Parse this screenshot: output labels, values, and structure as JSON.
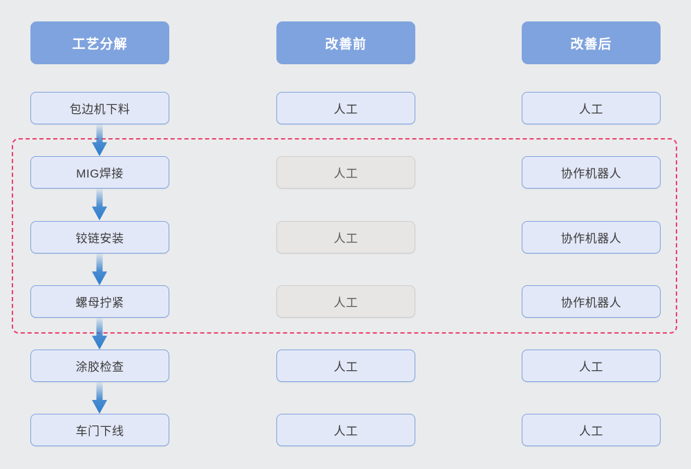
{
  "diagram": {
    "title_row": {
      "columns": [
        {
          "id": "process-breakdown",
          "label": "工艺分解"
        },
        {
          "id": "before-improvement",
          "label": "改善前"
        },
        {
          "id": "after-improvement",
          "label": "改善后"
        }
      ]
    },
    "rows": [
      {
        "id": "row-hemming-unload",
        "process": "包边机下料",
        "before": "人工",
        "before_style": "blue",
        "after": "人工",
        "after_style": "blue",
        "highlighted": false
      },
      {
        "id": "row-mig-welding",
        "process": "MIG焊接",
        "before": "人工",
        "before_style": "grey",
        "after": "协作机器人",
        "after_style": "blue",
        "highlighted": true
      },
      {
        "id": "row-hinge-install",
        "process": "铰链安装",
        "before": "人工",
        "before_style": "grey",
        "after": "协作机器人",
        "after_style": "blue",
        "highlighted": true
      },
      {
        "id": "row-nut-tightening",
        "process": "螺母拧紧",
        "before": "人工",
        "before_style": "grey",
        "after": "协作机器人",
        "after_style": "blue",
        "highlighted": true
      },
      {
        "id": "row-glue-inspection",
        "process": "涂胶检查",
        "before": "人工",
        "before_style": "blue",
        "after": "人工",
        "after_style": "blue",
        "highlighted": false
      },
      {
        "id": "row-door-offline",
        "process": "车门下线",
        "before": "人工",
        "before_style": "blue",
        "after": "人工",
        "after_style": "blue",
        "highlighted": false
      }
    ],
    "colors": {
      "background": "#eaebec",
      "header_fill": "#7fa3de",
      "header_text": "#ffffff",
      "node_blue_fill": "#e3e8f8",
      "node_blue_border": "#7fa3de",
      "node_grey_fill": "#e7e6e5",
      "node_grey_border": "#cfcdcb",
      "node_text": "#3b3b3b",
      "arrow": "#2e7ccc",
      "highlight_dashed": "#e8416f"
    },
    "annotations": {
      "highlight_frame_name": "improvement-scope-highlight",
      "arrow_icon_name": "down-arrow-icon"
    }
  }
}
